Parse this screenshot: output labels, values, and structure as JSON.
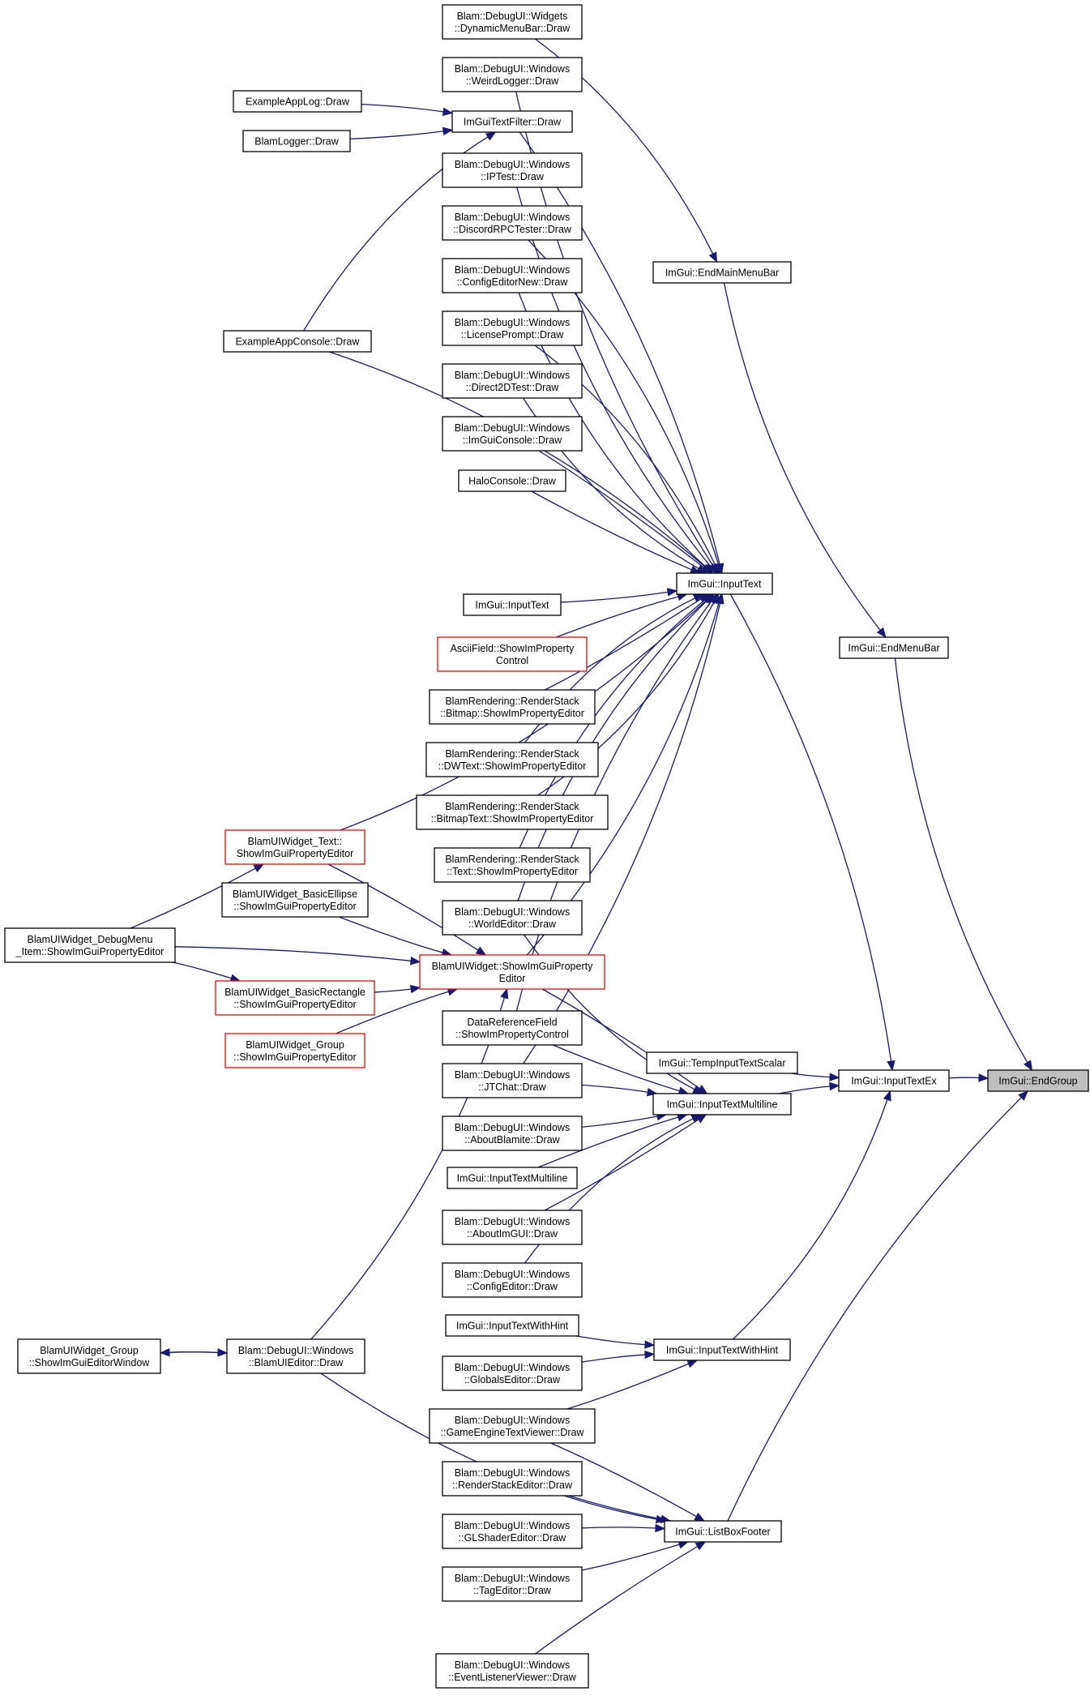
{
  "diagram": {
    "type": "call-graph",
    "focus_node": "endgroup",
    "colors": {
      "edge": "#191970",
      "border": "#000000",
      "truncated_border": "#ff0000",
      "focus_fill": "#bfbfbf"
    },
    "nodes": [
      {
        "id": "endgroup",
        "lines": [
          "ImGui::EndGroup"
        ],
        "style": "focus"
      },
      {
        "id": "inputtextex",
        "lines": [
          "ImGui::InputTextEx"
        ]
      },
      {
        "id": "endmenubar",
        "lines": [
          "ImGui::EndMenuBar"
        ]
      },
      {
        "id": "listboxfooter",
        "lines": [
          "ImGui::ListBoxFooter"
        ]
      },
      {
        "id": "endmainmenubar",
        "lines": [
          "ImGui::EndMainMenuBar"
        ]
      },
      {
        "id": "inputtext",
        "lines": [
          "ImGui::InputText"
        ]
      },
      {
        "id": "tempinputtextscalar",
        "lines": [
          "ImGui::TempInputTextScalar"
        ]
      },
      {
        "id": "inputtextmultiline",
        "lines": [
          "ImGui::InputTextMultiline"
        ]
      },
      {
        "id": "inputtextwithhint",
        "lines": [
          "ImGui::InputTextWithHint"
        ]
      },
      {
        "id": "dynamicmenubar",
        "lines": [
          "Blam::DebugUI::Widgets",
          "::DynamicMenuBar::Draw"
        ]
      },
      {
        "id": "weirdlogger",
        "lines": [
          "Blam::DebugUI::Windows",
          "::WeirdLogger::Draw"
        ]
      },
      {
        "id": "textfilter",
        "lines": [
          "ImGuiTextFilter::Draw"
        ]
      },
      {
        "id": "applog",
        "lines": [
          "ExampleAppLog::Draw"
        ]
      },
      {
        "id": "blamlogger",
        "lines": [
          "BlamLogger::Draw"
        ]
      },
      {
        "id": "iptest",
        "lines": [
          "Blam::DebugUI::Windows",
          "::IPTest::Draw"
        ]
      },
      {
        "id": "discord",
        "lines": [
          "Blam::DebugUI::Windows",
          "::DiscordRPCTester::Draw"
        ]
      },
      {
        "id": "confignew",
        "lines": [
          "Blam::DebugUI::Windows",
          "::ConfigEditorNew::Draw"
        ]
      },
      {
        "id": "license",
        "lines": [
          "Blam::DebugUI::Windows",
          "::LicensePrompt::Draw"
        ]
      },
      {
        "id": "appconsole",
        "lines": [
          "ExampleAppConsole::Draw"
        ]
      },
      {
        "id": "d2dtest",
        "lines": [
          "Blam::DebugUI::Windows",
          "::Direct2DTest::Draw"
        ]
      },
      {
        "id": "imguiconsole",
        "lines": [
          "Blam::DebugUI::Windows",
          "::ImGuiConsole::Draw"
        ]
      },
      {
        "id": "haloconsole",
        "lines": [
          "HaloConsole::Draw"
        ]
      },
      {
        "id": "inputtext2",
        "lines": [
          "ImGui::InputText"
        ]
      },
      {
        "id": "asciifield",
        "lines": [
          "AsciiField::ShowImProperty",
          "Control"
        ],
        "style": "red"
      },
      {
        "id": "rsbitmap",
        "lines": [
          "BlamRendering::RenderStack",
          "::Bitmap::ShowImPropertyEditor"
        ]
      },
      {
        "id": "rsdwtext",
        "lines": [
          "BlamRendering::RenderStack",
          "::DWText::ShowImPropertyEditor"
        ]
      },
      {
        "id": "rsbitmaptext",
        "lines": [
          "BlamRendering::RenderStack",
          "::BitmapText::ShowImPropertyEditor"
        ]
      },
      {
        "id": "rstext",
        "lines": [
          "BlamRendering::RenderStack",
          "::Text::ShowImPropertyEditor"
        ]
      },
      {
        "id": "widgettext",
        "lines": [
          "BlamUIWidget_Text::",
          "ShowImGuiPropertyEditor"
        ],
        "style": "red"
      },
      {
        "id": "basicellipse",
        "lines": [
          "BlamUIWidget_BasicEllipse",
          "::ShowImGuiPropertyEditor"
        ]
      },
      {
        "id": "worldeditor",
        "lines": [
          "Blam::DebugUI::Windows",
          "::WorldEditor::Draw"
        ]
      },
      {
        "id": "debugmenu",
        "lines": [
          "BlamUIWidget_DebugMenu",
          "_Item::ShowImGuiPropertyEditor"
        ]
      },
      {
        "id": "widgetprop",
        "lines": [
          "BlamUIWidget::ShowImGuiProperty",
          "Editor"
        ],
        "style": "red"
      },
      {
        "id": "basicrect",
        "lines": [
          "BlamUIWidget_BasicRectangle",
          "::ShowImGuiPropertyEditor"
        ],
        "style": "red"
      },
      {
        "id": "datareffield",
        "lines": [
          "DataReferenceField",
          "::ShowImPropertyControl"
        ]
      },
      {
        "id": "widgetgroup",
        "lines": [
          "BlamUIWidget_Group",
          "::ShowImGuiPropertyEditor"
        ],
        "style": "red"
      },
      {
        "id": "jtchat",
        "lines": [
          "Blam::DebugUI::Windows",
          "::JTChat::Draw"
        ]
      },
      {
        "id": "aboutblamite",
        "lines": [
          "Blam::DebugUI::Windows",
          "::AboutBlamite::Draw"
        ]
      },
      {
        "id": "inputtextmultiline2",
        "lines": [
          "ImGui::InputTextMultiline"
        ]
      },
      {
        "id": "aboutimgui",
        "lines": [
          "Blam::DebugUI::Windows",
          "::AboutImGUI::Draw"
        ]
      },
      {
        "id": "configeditor",
        "lines": [
          "Blam::DebugUI::Windows",
          "::ConfigEditor::Draw"
        ]
      },
      {
        "id": "inputtextwithhint2",
        "lines": [
          "ImGui::InputTextWithHint"
        ]
      },
      {
        "id": "groupwindow",
        "lines": [
          "BlamUIWidget_Group",
          "::ShowImGuiEditorWindow"
        ]
      },
      {
        "id": "blamuieditor",
        "lines": [
          "Blam::DebugUI::Windows",
          "::BlamUIEditor::Draw"
        ]
      },
      {
        "id": "globalseditor",
        "lines": [
          "Blam::DebugUI::Windows",
          "::GlobalsEditor::Draw"
        ]
      },
      {
        "id": "gameenginetext",
        "lines": [
          "Blam::DebugUI::Windows",
          "::GameEngineTextViewer::Draw"
        ]
      },
      {
        "id": "renderstackeditor",
        "lines": [
          "Blam::DebugUI::Windows",
          "::RenderStackEditor::Draw"
        ]
      },
      {
        "id": "glshader",
        "lines": [
          "Blam::DebugUI::Windows",
          "::GLShaderEditor::Draw"
        ]
      },
      {
        "id": "tageditor",
        "lines": [
          "Blam::DebugUI::Windows",
          "::TagEditor::Draw"
        ]
      },
      {
        "id": "eventlistener",
        "lines": [
          "Blam::DebugUI::Windows",
          "::EventListenerViewer::Draw"
        ]
      }
    ],
    "edges": [
      [
        "inputtextex",
        "endgroup"
      ],
      [
        "endmenubar",
        "endgroup"
      ],
      [
        "listboxfooter",
        "endgroup"
      ],
      [
        "endmainmenubar",
        "endmenubar"
      ],
      [
        "inputtext",
        "inputtextex"
      ],
      [
        "tempinputtextscalar",
        "inputtextex"
      ],
      [
        "inputtextmultiline",
        "inputtextex"
      ],
      [
        "inputtextwithhint",
        "inputtextex"
      ],
      [
        "dynamicmenubar",
        "endmainmenubar"
      ],
      [
        "weirdlogger",
        "inputtext"
      ],
      [
        "textfilter",
        "inputtext"
      ],
      [
        "iptest",
        "inputtext"
      ],
      [
        "discord",
        "inputtext"
      ],
      [
        "confignew",
        "inputtext"
      ],
      [
        "license",
        "inputtext"
      ],
      [
        "d2dtest",
        "inputtext"
      ],
      [
        "imguiconsole",
        "inputtext"
      ],
      [
        "haloconsole",
        "inputtext"
      ],
      [
        "appconsole",
        "inputtext"
      ],
      [
        "inputtext2",
        "inputtext"
      ],
      [
        "asciifield",
        "inputtext"
      ],
      [
        "rsbitmap",
        "inputtext"
      ],
      [
        "rsdwtext",
        "inputtext"
      ],
      [
        "rsbitmaptext",
        "inputtext"
      ],
      [
        "rstext",
        "inputtext"
      ],
      [
        "widgettext",
        "inputtext"
      ],
      [
        "worldeditor",
        "inputtext"
      ],
      [
        "widgetprop",
        "inputtext"
      ],
      [
        "datareffield",
        "inputtext"
      ],
      [
        "jtchat",
        "inputtext"
      ],
      [
        "applog",
        "textfilter"
      ],
      [
        "blamlogger",
        "textfilter"
      ],
      [
        "appconsole",
        "textfilter"
      ],
      [
        "debugmenu",
        "widgettext"
      ],
      [
        "widgettext",
        "widgetprop"
      ],
      [
        "basicellipse",
        "widgetprop"
      ],
      [
        "debugmenu",
        "widgetprop"
      ],
      [
        "basicrect",
        "widgetprop"
      ],
      [
        "widgetgroup",
        "widgetprop"
      ],
      [
        "blamuieditor",
        "widgetprop"
      ],
      [
        "debugmenu",
        "basicrect"
      ],
      [
        "worldeditor",
        "inputtextmultiline"
      ],
      [
        "widgetprop",
        "inputtextmultiline"
      ],
      [
        "datareffield",
        "inputtextmultiline"
      ],
      [
        "jtchat",
        "inputtextmultiline"
      ],
      [
        "aboutblamite",
        "inputtextmultiline"
      ],
      [
        "inputtextmultiline2",
        "inputtextmultiline"
      ],
      [
        "aboutimgui",
        "inputtextmultiline"
      ],
      [
        "configeditor",
        "inputtextmultiline"
      ],
      [
        "inputtextwithhint2",
        "inputtextwithhint"
      ],
      [
        "globalseditor",
        "inputtextwithhint"
      ],
      [
        "gameenginetext",
        "inputtextwithhint"
      ],
      [
        "groupwindow",
        "blamuieditor"
      ],
      [
        "blamuieditor",
        "groupwindow"
      ],
      [
        "gameenginetext",
        "listboxfooter"
      ],
      [
        "renderstackeditor",
        "listboxfooter"
      ],
      [
        "glshader",
        "listboxfooter"
      ],
      [
        "tageditor",
        "listboxfooter"
      ],
      [
        "eventlistener",
        "listboxfooter"
      ],
      [
        "blamuieditor",
        "listboxfooter"
      ]
    ]
  }
}
